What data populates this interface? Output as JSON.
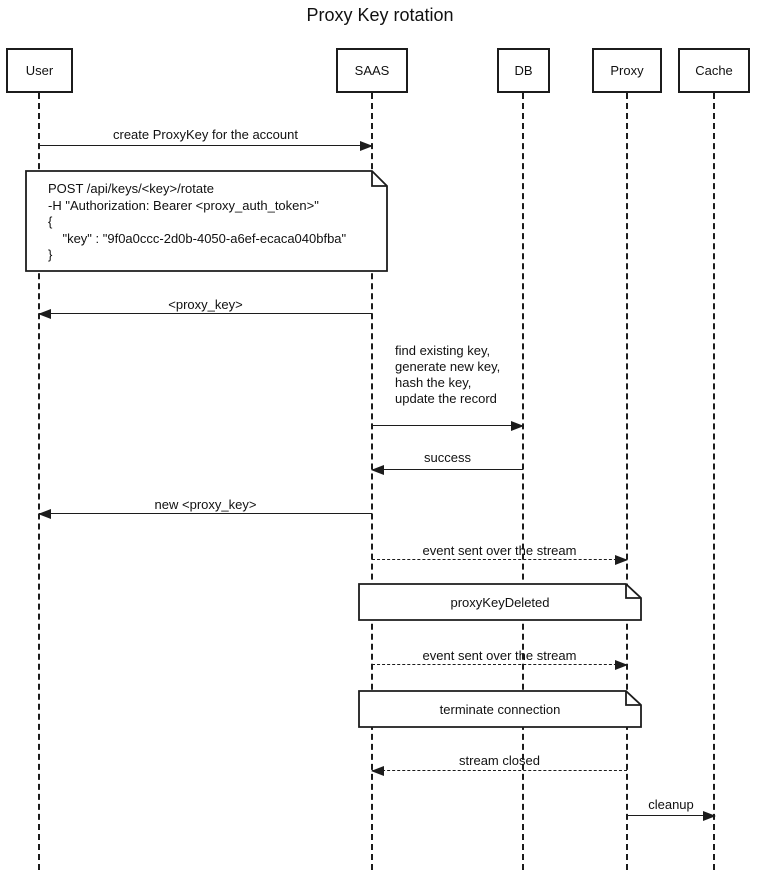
{
  "title": "Proxy Key rotation",
  "actors": [
    {
      "name": "User"
    },
    {
      "name": "SAAS"
    },
    {
      "name": "DB"
    },
    {
      "name": "Proxy"
    },
    {
      "name": "Cache"
    }
  ],
  "messages": [
    {
      "from": "User",
      "to": "SAAS",
      "style": "solid",
      "label": "create ProxyKey for the account"
    },
    {
      "from": "SAAS",
      "to": "User",
      "style": "solid",
      "label": "<proxy_key>"
    },
    {
      "from": "SAAS",
      "to": "DB",
      "style": "solid",
      "label_lines": [
        "find existing key,",
        "generate new key,",
        "hash the key,",
        "update the record"
      ]
    },
    {
      "from": "DB",
      "to": "SAAS",
      "style": "solid",
      "label": "success"
    },
    {
      "from": "SAAS",
      "to": "User",
      "style": "solid",
      "label": "new <proxy_key>"
    },
    {
      "from": "SAAS",
      "to": "Proxy",
      "style": "dashed",
      "label": "event sent over the stream"
    },
    {
      "from": "SAAS",
      "to": "Proxy",
      "style": "dashed",
      "label": "event sent over the stream"
    },
    {
      "from": "Proxy",
      "to": "SAAS",
      "style": "dashed",
      "label": "stream closed"
    },
    {
      "from": "Proxy",
      "to": "Cache",
      "style": "solid",
      "label": "cleanup"
    }
  ],
  "notes": [
    {
      "over": "User,SAAS",
      "lines": [
        "POST /api/keys/<key>/rotate",
        "-H \"Authorization: Bearer <proxy_auth_token>\"",
        "{",
        "    \"key\" : \"9f0a0ccc-2d0b-4050-a6ef-ecaca040bfba\"",
        "}"
      ]
    },
    {
      "over": "SAAS,Proxy",
      "text": "proxyKeyDeleted"
    },
    {
      "over": "SAAS,Proxy",
      "text": "terminate connection"
    }
  ],
  "icons": {
    "arrowhead_right": "filled-triangle-right",
    "arrowhead_left": "filled-triangle-left",
    "note_fold": "folded-page-corner"
  },
  "colors": {
    "stroke": "#1c1c1c",
    "text": "#111111",
    "background": "#ffffff"
  }
}
